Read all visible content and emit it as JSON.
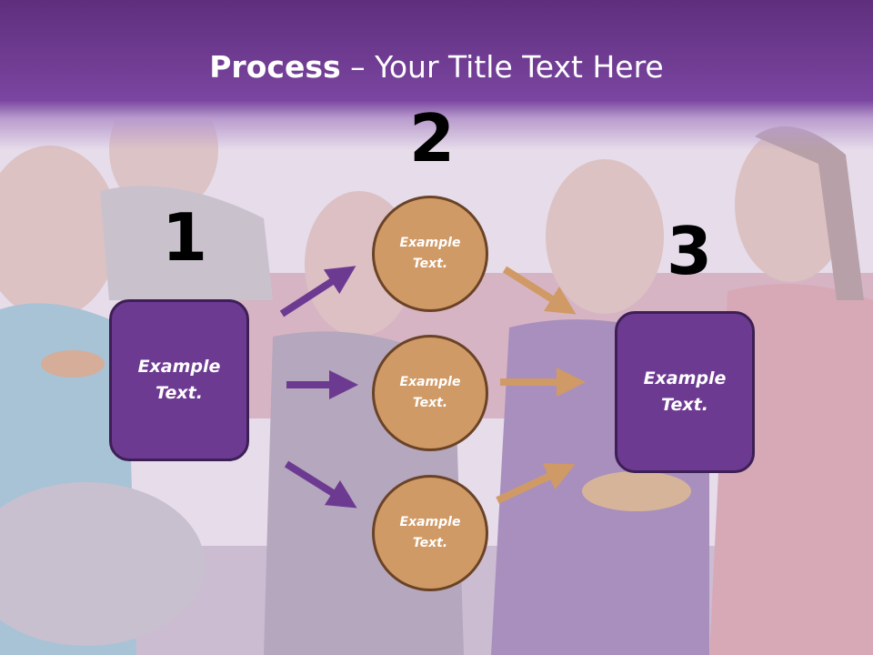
{
  "title": {
    "bold": "Process",
    "rest": " – Your Title Text Here"
  },
  "steps": {
    "one": "1",
    "two": "2",
    "three": "3"
  },
  "left_box": "Example\nText.",
  "right_box": "Example\nText.",
  "circles": [
    "Example\nText.",
    "Example\nText.",
    "Example\nText."
  ],
  "colors": {
    "purple": "#6d3a92",
    "orange": "#d09a66",
    "header": "#7a45a0"
  }
}
